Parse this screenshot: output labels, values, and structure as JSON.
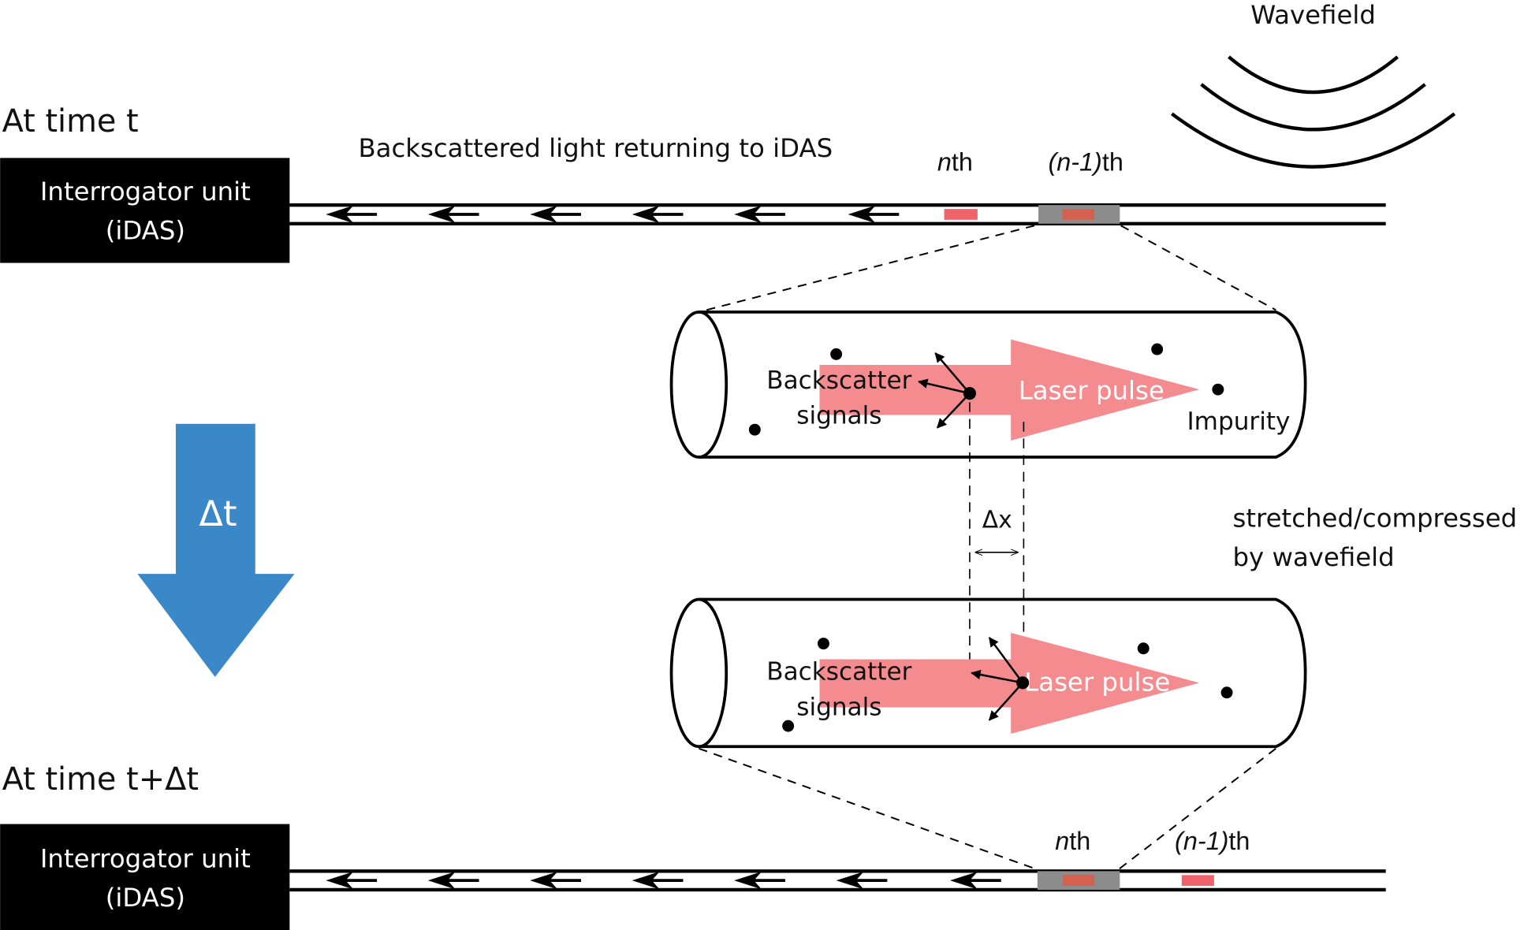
{
  "labels": {
    "time_t": "At time t",
    "time_t_dt": "At time t+Δt",
    "backscatter_caption": "Backscattered light returning to iDAS",
    "wavefield": "Wavefield",
    "interrogator_line1": "Interrogator unit",
    "interrogator_line2": "(iDAS)",
    "delta_t": "Δt",
    "delta_x": "Δx",
    "stretched_line1": "stretched/compressed",
    "stretched_line2": "by wavefield",
    "impurity": "Impurity",
    "laser_pulse": "Laser pulse",
    "backscatter_line1": "Backscatter",
    "backscatter_line2": "signals",
    "nth_italic": "n",
    "nth_suffix": "th",
    "n1_italic": "(n-1)",
    "n1_suffix": "th"
  },
  "colors": {
    "pulse": "#f48b8f",
    "segment_marker": "#f0636b",
    "segment_marker_in_gauge": "#d4604e",
    "gauge_box": "#8c8c8c",
    "time_arrow": "#3b88c9",
    "interrogator_box": "#000000"
  },
  "top_cable": {
    "highlighted_segment": "(n-1)th"
  },
  "bottom_cable": {
    "highlighted_segment": "nth"
  }
}
